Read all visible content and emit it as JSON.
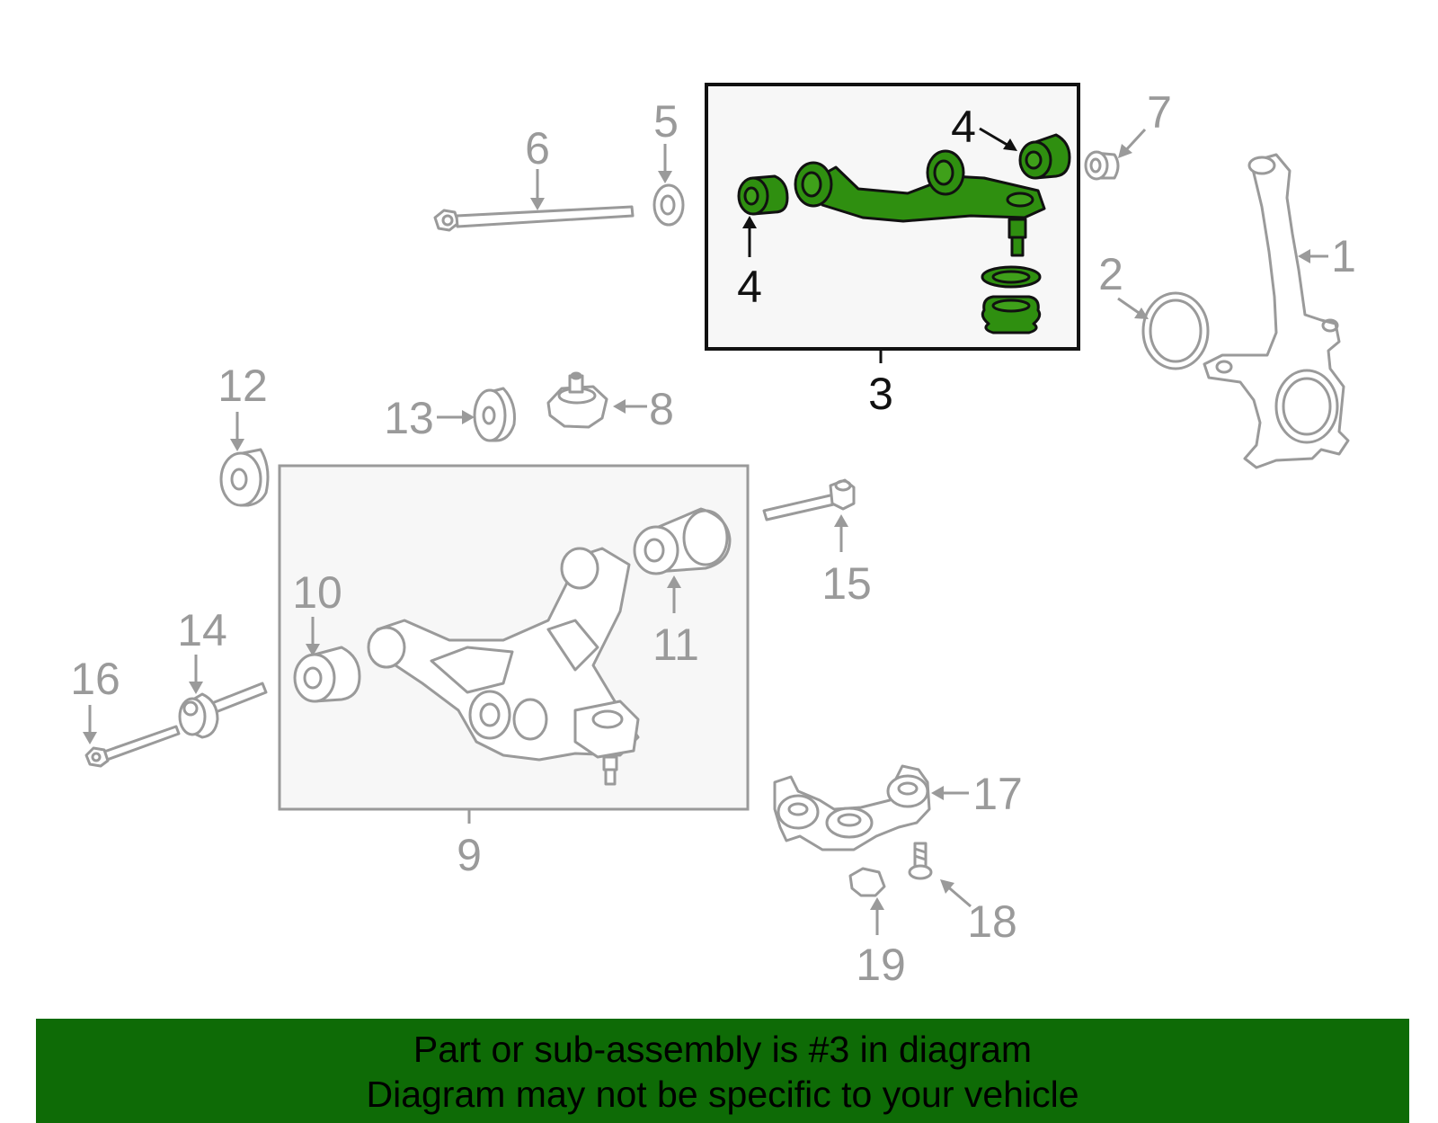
{
  "diagram": {
    "callouts": {
      "c1": "1",
      "c2": "2",
      "c3": "3",
      "c4a": "4",
      "c4b": "4",
      "c5": "5",
      "c6": "6",
      "c7": "7",
      "c8": "8",
      "c9": "9",
      "c10": "10",
      "c11": "11",
      "c12": "12",
      "c13": "13",
      "c14": "14",
      "c15": "15",
      "c16": "16",
      "c17": "17",
      "c18": "18",
      "c19": "19"
    },
    "highlighted_part": "3",
    "colors": {
      "highlight": "#2f8f10",
      "parts_gray": "#9a9a9a",
      "banner": "#0e6b06",
      "box_fill": "#f7f7f7"
    }
  },
  "banner": {
    "line1": "Part or sub-assembly is #3 in diagram",
    "line2": "Diagram may not be specific to your vehicle"
  }
}
